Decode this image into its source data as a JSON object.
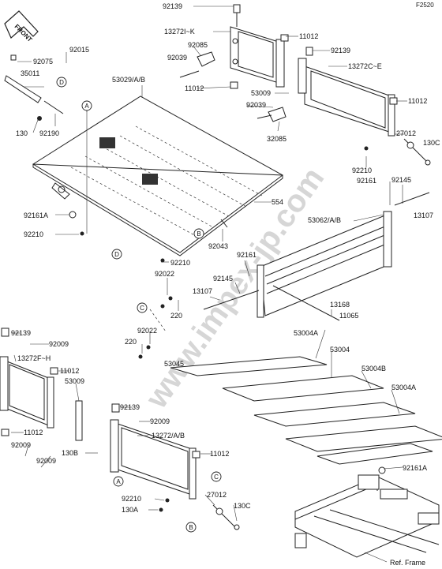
{
  "page_code": "F2520",
  "front_arrow": "FRONT",
  "watermark": "www.impex-jp.com",
  "ref_frame": "Ref. Frame",
  "labels": [
    "92139",
    "13272I~K",
    "11012",
    "92139",
    "92085",
    "13272C~E",
    "92039",
    "11012",
    "53009",
    "11012",
    "92039",
    "32085",
    "27012",
    "130C",
    "92210",
    "92161",
    "92145",
    "13107",
    "92015",
    "92075",
    "35011",
    "130",
    "92190",
    "53029/A/B",
    "92161A",
    "92210",
    "554",
    "53062/A/B",
    "92043",
    "92210",
    "92161",
    "92022",
    "92145",
    "13107",
    "220",
    "13168",
    "11065",
    "92022",
    "220",
    "53045",
    "53004A",
    "53004",
    "53004B",
    "53004A",
    "92139",
    "92009",
    "13272F~H",
    "11012",
    "53009",
    "11012",
    "92139",
    "92009",
    "13272/A/B",
    "11012",
    "130B",
    "92009",
    "92009",
    "92210",
    "130A",
    "27012",
    "130C",
    "92161A"
  ],
  "callouts": [
    "A",
    "B",
    "C",
    "D"
  ],
  "colors": {
    "line": "#222222",
    "watermark": "#d6d6d6",
    "background": "#ffffff"
  }
}
